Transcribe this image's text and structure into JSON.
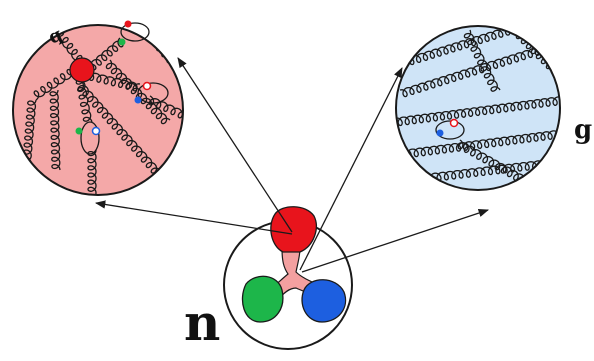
{
  "labels": {
    "quark": "q",
    "gluon": "g",
    "neutron": "n"
  },
  "colors": {
    "red_quark": "#e8141c",
    "green_quark": "#1db64a",
    "blue_quark": "#1d5fe0",
    "quark_bubble_fill": "#f4a8a8",
    "gluon_bubble_fill": "#cfe4f7",
    "outline": "#1a1a1a"
  }
}
